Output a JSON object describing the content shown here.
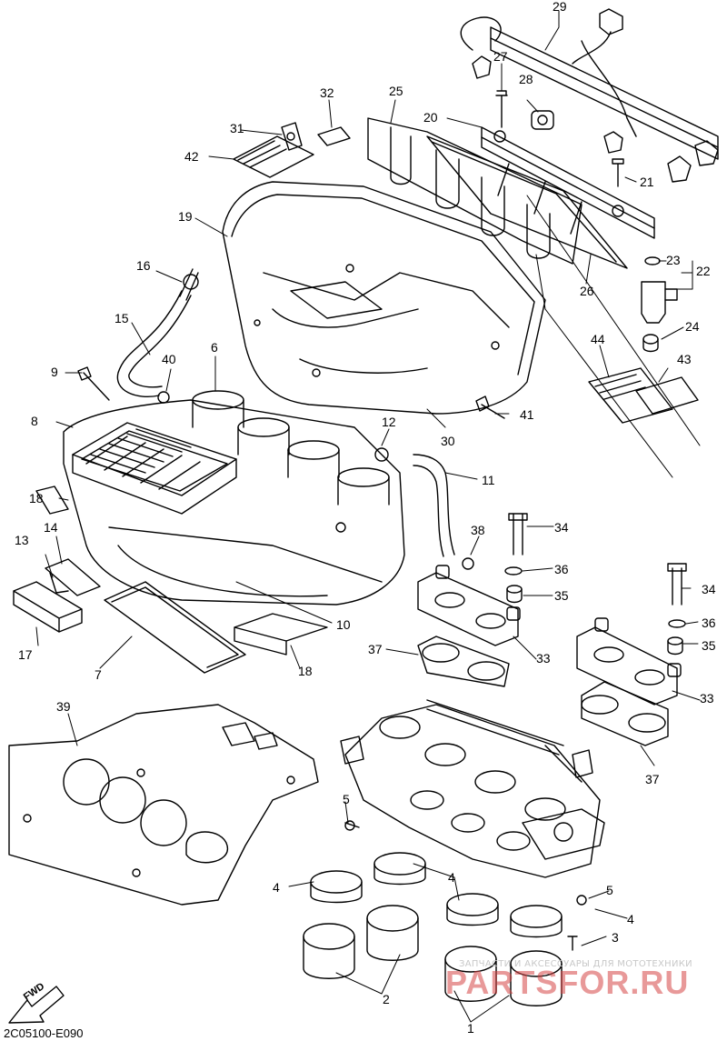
{
  "diagram": {
    "code": "2C05100-E090",
    "fwd_label": "FWD",
    "watermark_small": "ЗАПЧАСТИ И АКСЕССУАРЫ ДЛЯ МОТОТЕХНИКИ",
    "watermark_brand": "PARTSFOR.RU",
    "callouts": [
      "1",
      "2",
      "3",
      "4",
      "4",
      "4",
      "5",
      "5",
      "6",
      "7",
      "8",
      "9",
      "10",
      "11",
      "12",
      "13",
      "14",
      "15",
      "16",
      "17",
      "18",
      "18",
      "19",
      "20",
      "21",
      "22",
      "23",
      "24",
      "25",
      "26",
      "27",
      "28",
      "29",
      "30",
      "31",
      "32",
      "33",
      "33",
      "34",
      "34",
      "35",
      "35",
      "36",
      "36",
      "37",
      "37",
      "38",
      "39",
      "40",
      "41",
      "42",
      "43",
      "44"
    ]
  },
  "colors": {
    "line": "#000000",
    "background": "#ffffff",
    "watermark": "#d64646"
  }
}
